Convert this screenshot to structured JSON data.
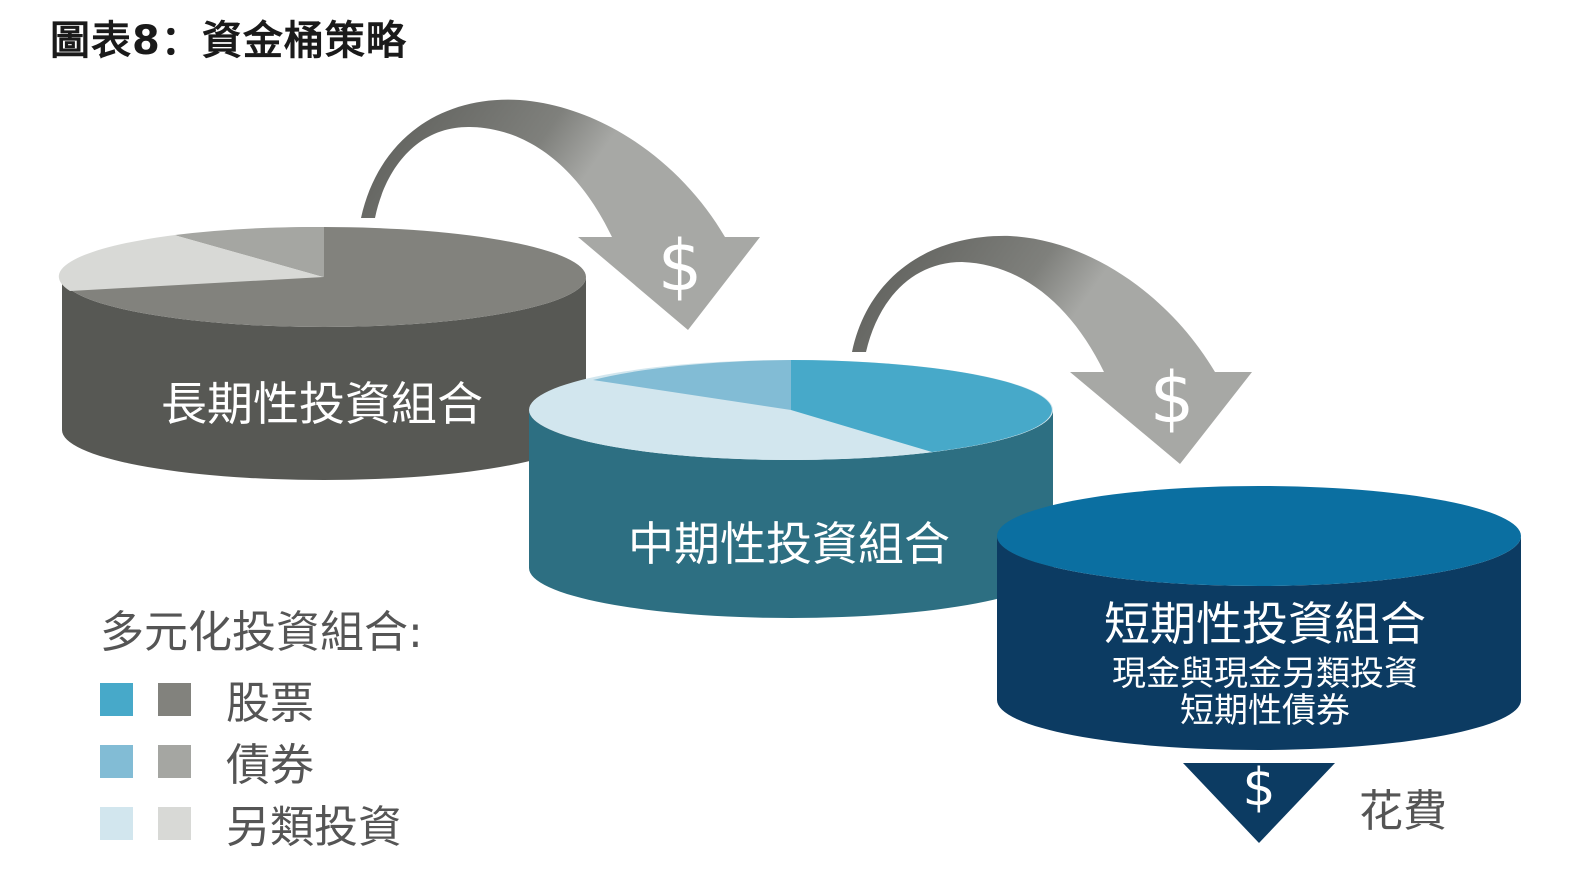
{
  "title": "圖表8：資金桶策略",
  "buckets": {
    "long": {
      "label": "長期性投資組合",
      "top": "#82827d",
      "side": "#575854"
    },
    "mid": {
      "label": "中期性投資組合",
      "top": "#d2e6ee",
      "side": "#2d6f82"
    },
    "short": {
      "label": "短期性投資組合",
      "sub1": "現金與現金另類投資",
      "sub2": "短期性債券",
      "top": "#0b6fa1",
      "side": "#0c3b62"
    }
  },
  "arrows": {
    "symbol": "$",
    "dark": "#5a5b57",
    "light": "#a7a8a5"
  },
  "spending_label": "花費",
  "legend": {
    "heading": "多元化投資組合:",
    "items": [
      {
        "label": "股票",
        "color_blue": "#47a9c9",
        "color_gray": "#82827d"
      },
      {
        "label": "債券",
        "color_blue": "#82bcd5",
        "color_gray": "#a5a6a2"
      },
      {
        "label": "另類投資",
        "color_blue": "#d2e6ee",
        "color_gray": "#d8d9d6"
      }
    ]
  }
}
